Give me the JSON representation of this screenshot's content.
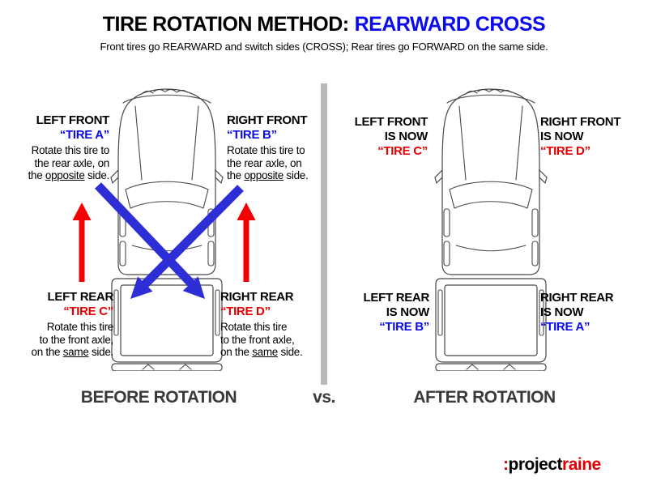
{
  "header": {
    "title_black": "TIRE ROTATION METHOD:",
    "title_blue": "REARWARD CROSS",
    "subtitle": "Front tires go REARWARD and switch sides (CROSS); Rear tires go FORWARD on the same side."
  },
  "colors": {
    "title_blue": "#0a0aee",
    "tire_blue": "#0a0aee",
    "tire_red": "#e80000",
    "arrow_blue": "#2e2ed7",
    "arrow_red": "#f40000",
    "divider_gray": "#b9b9b9",
    "line_gray": "#474747",
    "caption_gray": "#3a3a3a",
    "logo_red": "#e00000"
  },
  "before": {
    "left_front": {
      "position": "LEFT FRONT",
      "tire": "“TIRE A”",
      "l1": "Rotate this tire to",
      "l2": "the rear axle, on",
      "l3_pre": "the ",
      "l3_u": "opposite",
      "l3_post": " side."
    },
    "right_front": {
      "position": "RIGHT FRONT",
      "tire": "“TIRE B”",
      "l1": "Rotate this tire to",
      "l2": "the rear axle, on",
      "l3_pre": "the ",
      "l3_u": "opposite",
      "l3_post": " side."
    },
    "left_rear": {
      "position": "LEFT REAR",
      "tire": "“TIRE C”",
      "l1": "Rotate this tire",
      "l2": "to the front axle,",
      "l3_pre": "on the ",
      "l3_u": "same",
      "l3_post": " side."
    },
    "right_rear": {
      "position": "RIGHT REAR",
      "tire": "“TIRE D”",
      "l1": "Rotate this tire",
      "l2": "to the front axle,",
      "l3_pre": "on the ",
      "l3_u": "same",
      "l3_post": " side."
    },
    "caption": "BEFORE ROTATION"
  },
  "after": {
    "left_front": {
      "position": "LEFT FRONT",
      "is_now": "IS NOW",
      "tire": "“TIRE C”"
    },
    "right_front": {
      "position": "RIGHT FRONT",
      "is_now": "IS NOW",
      "tire": "“TIRE D”"
    },
    "left_rear": {
      "position": "LEFT REAR",
      "is_now": "IS NOW",
      "tire": "“TIRE B”"
    },
    "right_rear": {
      "position": "RIGHT REAR",
      "is_now": "IS NOW",
      "tire": "“TIRE A”"
    },
    "caption": "AFTER ROTATION"
  },
  "vs_label": "vs.",
  "footer_logo": {
    "colon": ":",
    "part_black": "project",
    "part_red": "raine"
  }
}
